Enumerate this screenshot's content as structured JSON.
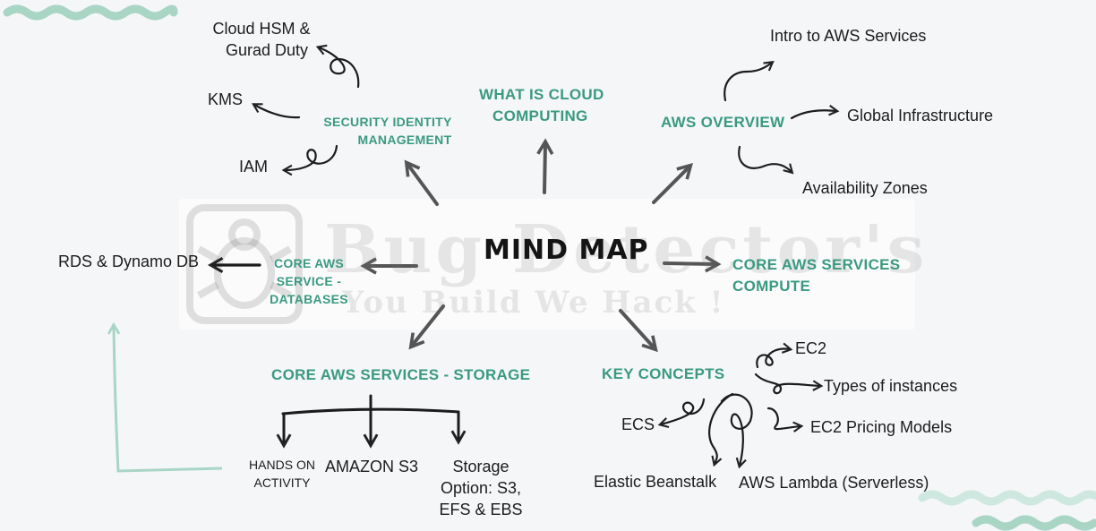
{
  "title": "MIND MAP",
  "watermark": {
    "brand": "Bug Detector's",
    "tagline": "You Build We Hack !",
    "icon": "bug-icon"
  },
  "branches": {
    "security": {
      "heading": [
        "SECURITY IDENTITY",
        "MANAGEMENT"
      ],
      "children": [
        [
          "Cloud HSM &",
          "Gurad Duty"
        ],
        "KMS",
        "IAM"
      ]
    },
    "cloud": {
      "heading": [
        "WHAT IS CLOUD",
        "COMPUTING"
      ]
    },
    "overview": {
      "heading": "AWS OVERVIEW",
      "children": [
        "Intro to AWS Services",
        "Global Infrastructure",
        "Availability Zones"
      ]
    },
    "databases": {
      "heading": [
        "CORE AWS",
        "SERVICE -",
        "DATABASES"
      ],
      "children": [
        "RDS & Dynamo DB"
      ]
    },
    "compute": {
      "heading": [
        "CORE AWS SERVICES",
        "COMPUTE"
      ]
    },
    "storage": {
      "heading": "CORE AWS SERVICES - STORAGE",
      "children": [
        [
          "HANDS ON",
          "ACTIVITY"
        ],
        "AMAZON S3",
        [
          "Storage",
          "Option: S3,",
          "EFS & EBS"
        ]
      ]
    },
    "concepts": {
      "heading": "KEY CONCEPTS",
      "children": [
        "EC2",
        "Types of instances",
        "EC2 Pricing Models",
        "ECS",
        "Elastic Beanstalk",
        "AWS Lambda (Serverless)"
      ]
    }
  },
  "colors": {
    "accent": "#3a9a80",
    "arrow": "#444444",
    "decor": "#a9d5c5"
  }
}
